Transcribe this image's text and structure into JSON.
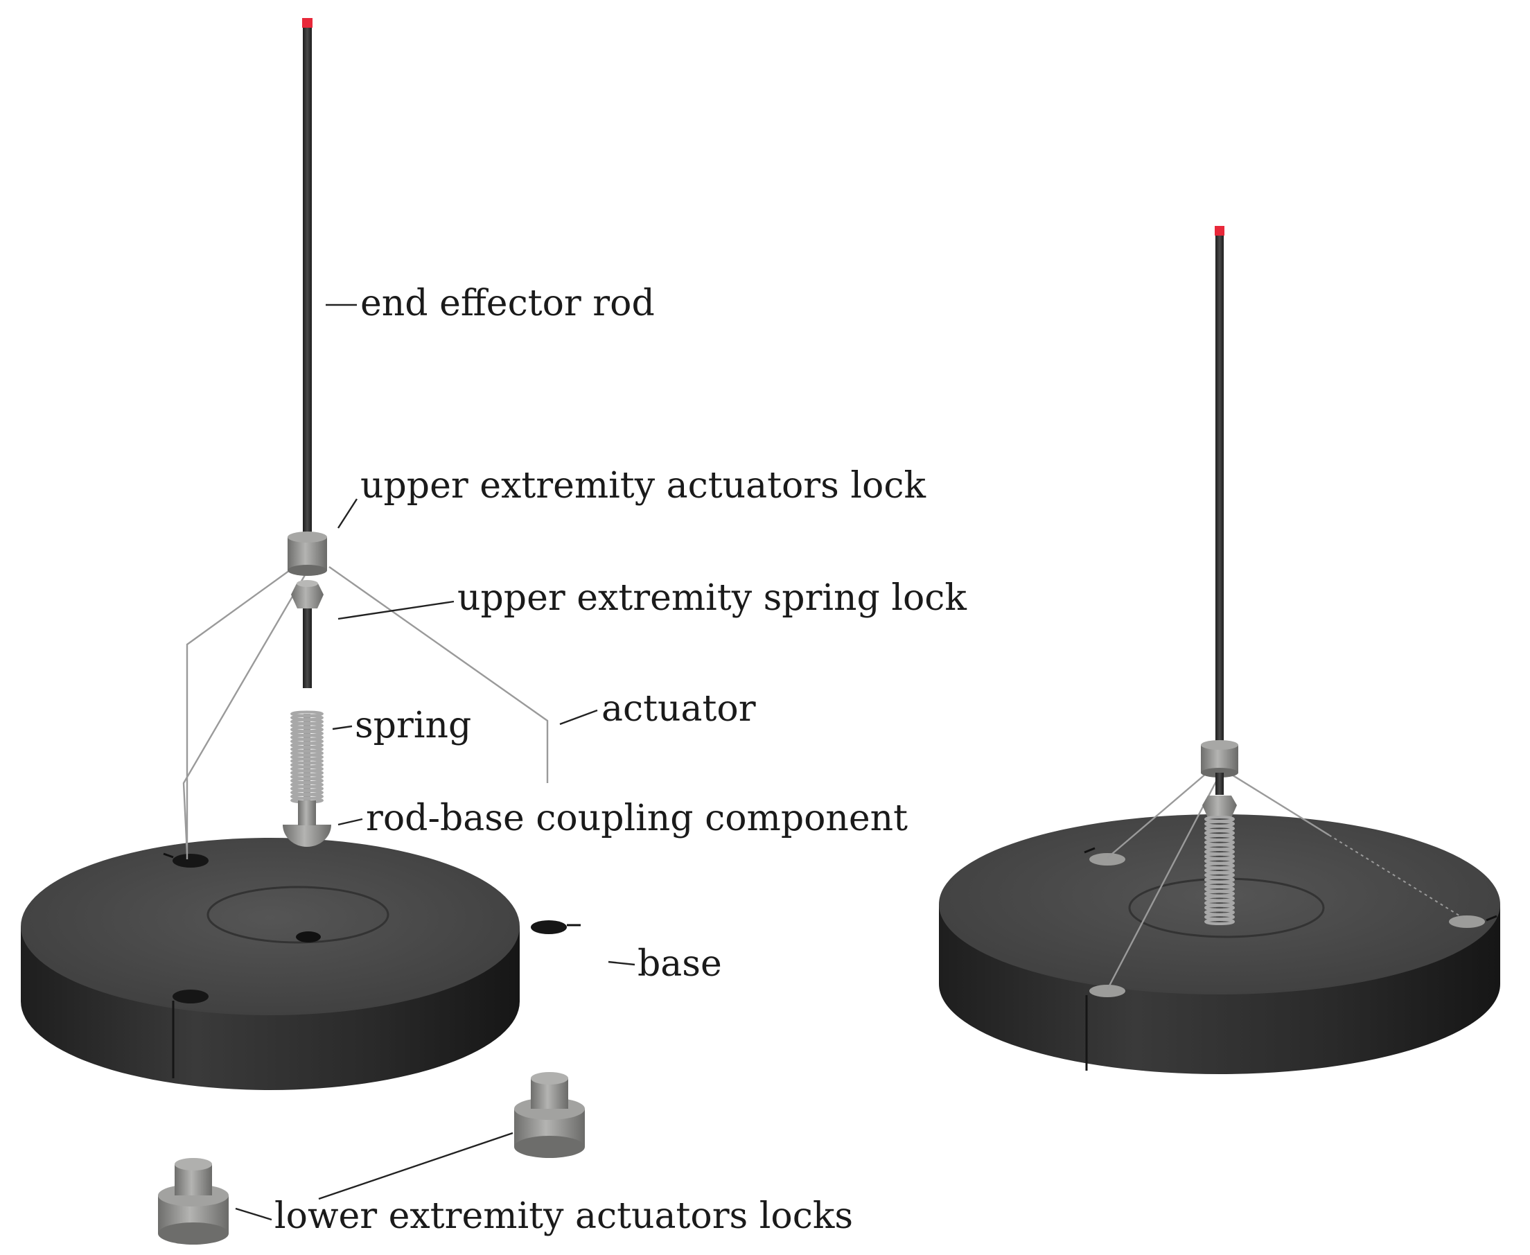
{
  "labels": {
    "end_effector_rod": "end effector rod",
    "upper_actuators_lock": "upper extremity actuators lock",
    "upper_spring_lock": "upper extremity spring lock",
    "actuator": "actuator",
    "spring": "spring",
    "coupling": "rod-base coupling component",
    "base": "base",
    "lower_locks": "lower extremity actuators locks"
  },
  "colors": {
    "base_top": "#4a4a4a",
    "base_side": "#2c2c2c",
    "rod": "#2e2e2e",
    "rod_tip": "#e8283a",
    "metal": "#8f8f8d",
    "spring": "#a8a8a8"
  }
}
